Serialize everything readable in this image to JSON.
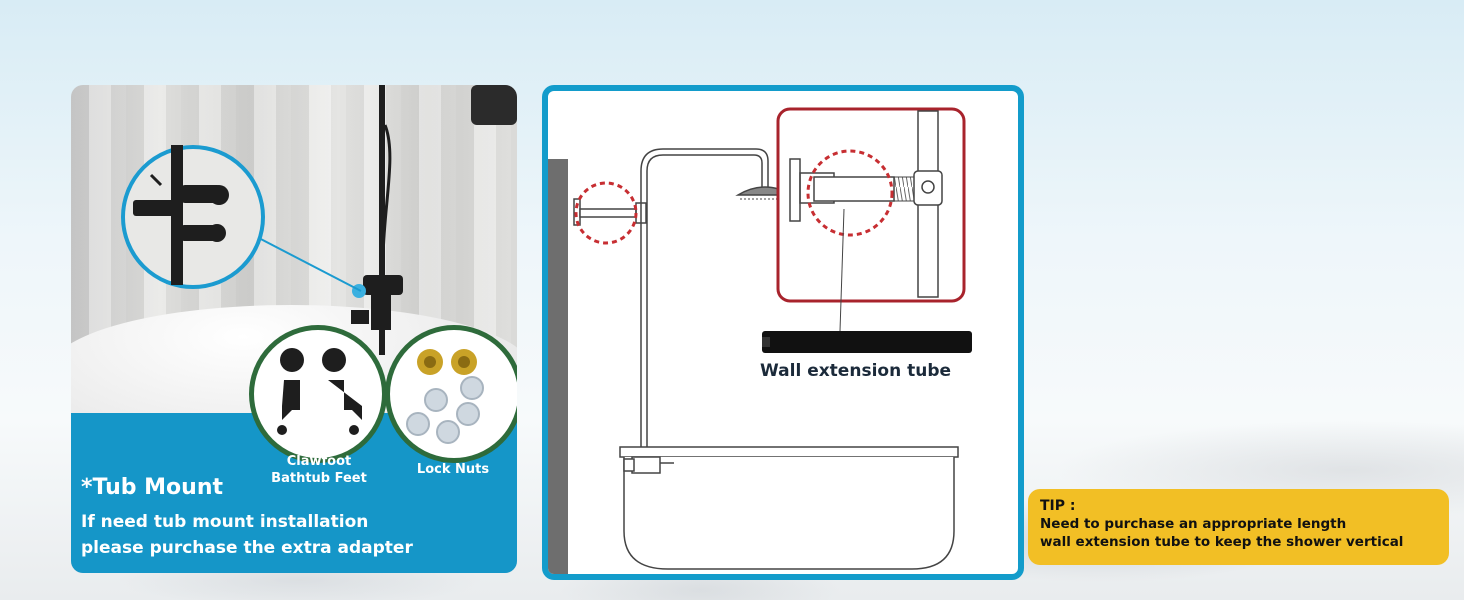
{
  "tub_mount": {
    "title": "*Tub Mount",
    "line1": "If need tub mount installation",
    "line2": "please purchase the extra adapter"
  },
  "accessories": {
    "feet_line1": "Clawfoot",
    "feet_line2": "Bathtub Feet",
    "nuts_label": "Lock Nuts"
  },
  "diagram": {
    "extension_label": "Wall extension tube"
  },
  "tip": {
    "title": "TIP :",
    "line1": "Need to purchase an appropriate length",
    "line2": "wall extension tube to keep the shower vertical"
  },
  "colors": {
    "accent_blue": "#1596c8",
    "badge_green": "#2e6b3b",
    "highlight_red": "#a8232c",
    "tip_yellow": "#f2bf25"
  }
}
